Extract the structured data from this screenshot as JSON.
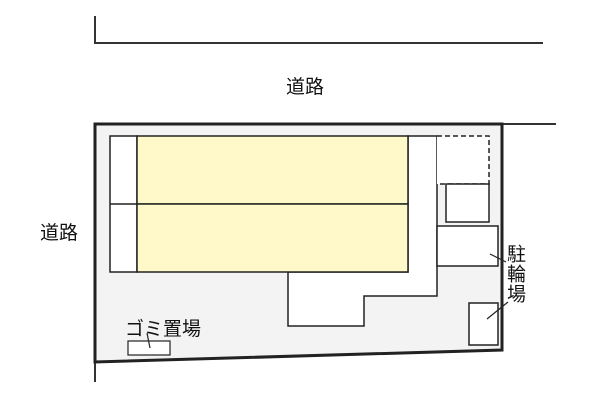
{
  "labels": {
    "road_top": "道路",
    "road_left": "道路",
    "bicycle_parking": "駐輪場",
    "garbage_area": "ゴミ置場"
  },
  "colors": {
    "lot_fill": "#f3f3f3",
    "building_fill": "#fff8c8",
    "line": "#222222",
    "white": "#ffffff"
  }
}
